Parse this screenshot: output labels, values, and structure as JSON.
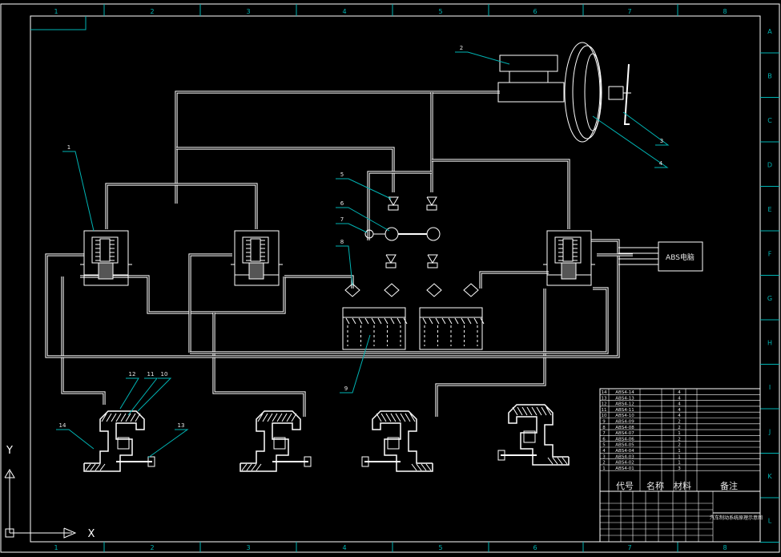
{
  "border": {
    "col_numbers": [
      "1",
      "2",
      "3",
      "4",
      "5",
      "6",
      "7",
      "8"
    ],
    "row_letters": [
      "A",
      "B",
      "C",
      "D",
      "E",
      "F",
      "G",
      "H",
      "I",
      "J",
      "K",
      "L"
    ]
  },
  "callouts": [
    "1",
    "2",
    "3",
    "4",
    "5",
    "6",
    "7",
    "8",
    "9",
    "10",
    "11",
    "12",
    "13",
    "14"
  ],
  "ecu_label": "ABS电脑",
  "axis": {
    "y": "Y",
    "x": "X"
  },
  "parts_list": {
    "rows": [
      {
        "no": "14",
        "code": "ABS4-14",
        "name": "",
        "qty": "4",
        "mat": "",
        "note": ""
      },
      {
        "no": "13",
        "code": "ABS4-13",
        "name": "",
        "qty": "4",
        "mat": "",
        "note": ""
      },
      {
        "no": "12",
        "code": "ABS4-12",
        "name": "",
        "qty": "4",
        "mat": "",
        "note": ""
      },
      {
        "no": "11",
        "code": "ABS4-11",
        "name": "",
        "qty": "4",
        "mat": "",
        "note": ""
      },
      {
        "no": "10",
        "code": "ABS4-10",
        "name": "",
        "qty": "4",
        "mat": "",
        "note": ""
      },
      {
        "no": "9",
        "code": "ABS4-09",
        "name": "",
        "qty": "2",
        "mat": "",
        "note": ""
      },
      {
        "no": "8",
        "code": "ABS4-08",
        "name": "",
        "qty": "2",
        "mat": "",
        "note": ""
      },
      {
        "no": "7",
        "code": "ABS4-07",
        "name": "",
        "qty": "1",
        "mat": "",
        "note": ""
      },
      {
        "no": "6",
        "code": "ABS4-06",
        "name": "",
        "qty": "2",
        "mat": "",
        "note": ""
      },
      {
        "no": "5",
        "code": "ABS4-05",
        "name": "",
        "qty": "2",
        "mat": "",
        "note": ""
      },
      {
        "no": "4",
        "code": "ABS4-04",
        "name": "",
        "qty": "1",
        "mat": "",
        "note": ""
      },
      {
        "no": "3",
        "code": "ABS4-03",
        "name": "",
        "qty": "1",
        "mat": "",
        "note": ""
      },
      {
        "no": "2",
        "code": "ABS4-02",
        "name": "",
        "qty": "1",
        "mat": "",
        "note": ""
      },
      {
        "no": "1",
        "code": "ABS4-01",
        "name": "",
        "qty": "3",
        "mat": "",
        "note": ""
      }
    ],
    "header": {
      "seq": "",
      "code": "代号",
      "name": "名称",
      "qty": "",
      "mat": "材料",
      "note": "备注"
    }
  },
  "title_block": {
    "drawing_title": "汽车制动系统原理示意图"
  },
  "colors": {
    "line": "#ffffff",
    "accent": "#00b4b4",
    "background": "#000000",
    "text": "#e8e8e8"
  }
}
